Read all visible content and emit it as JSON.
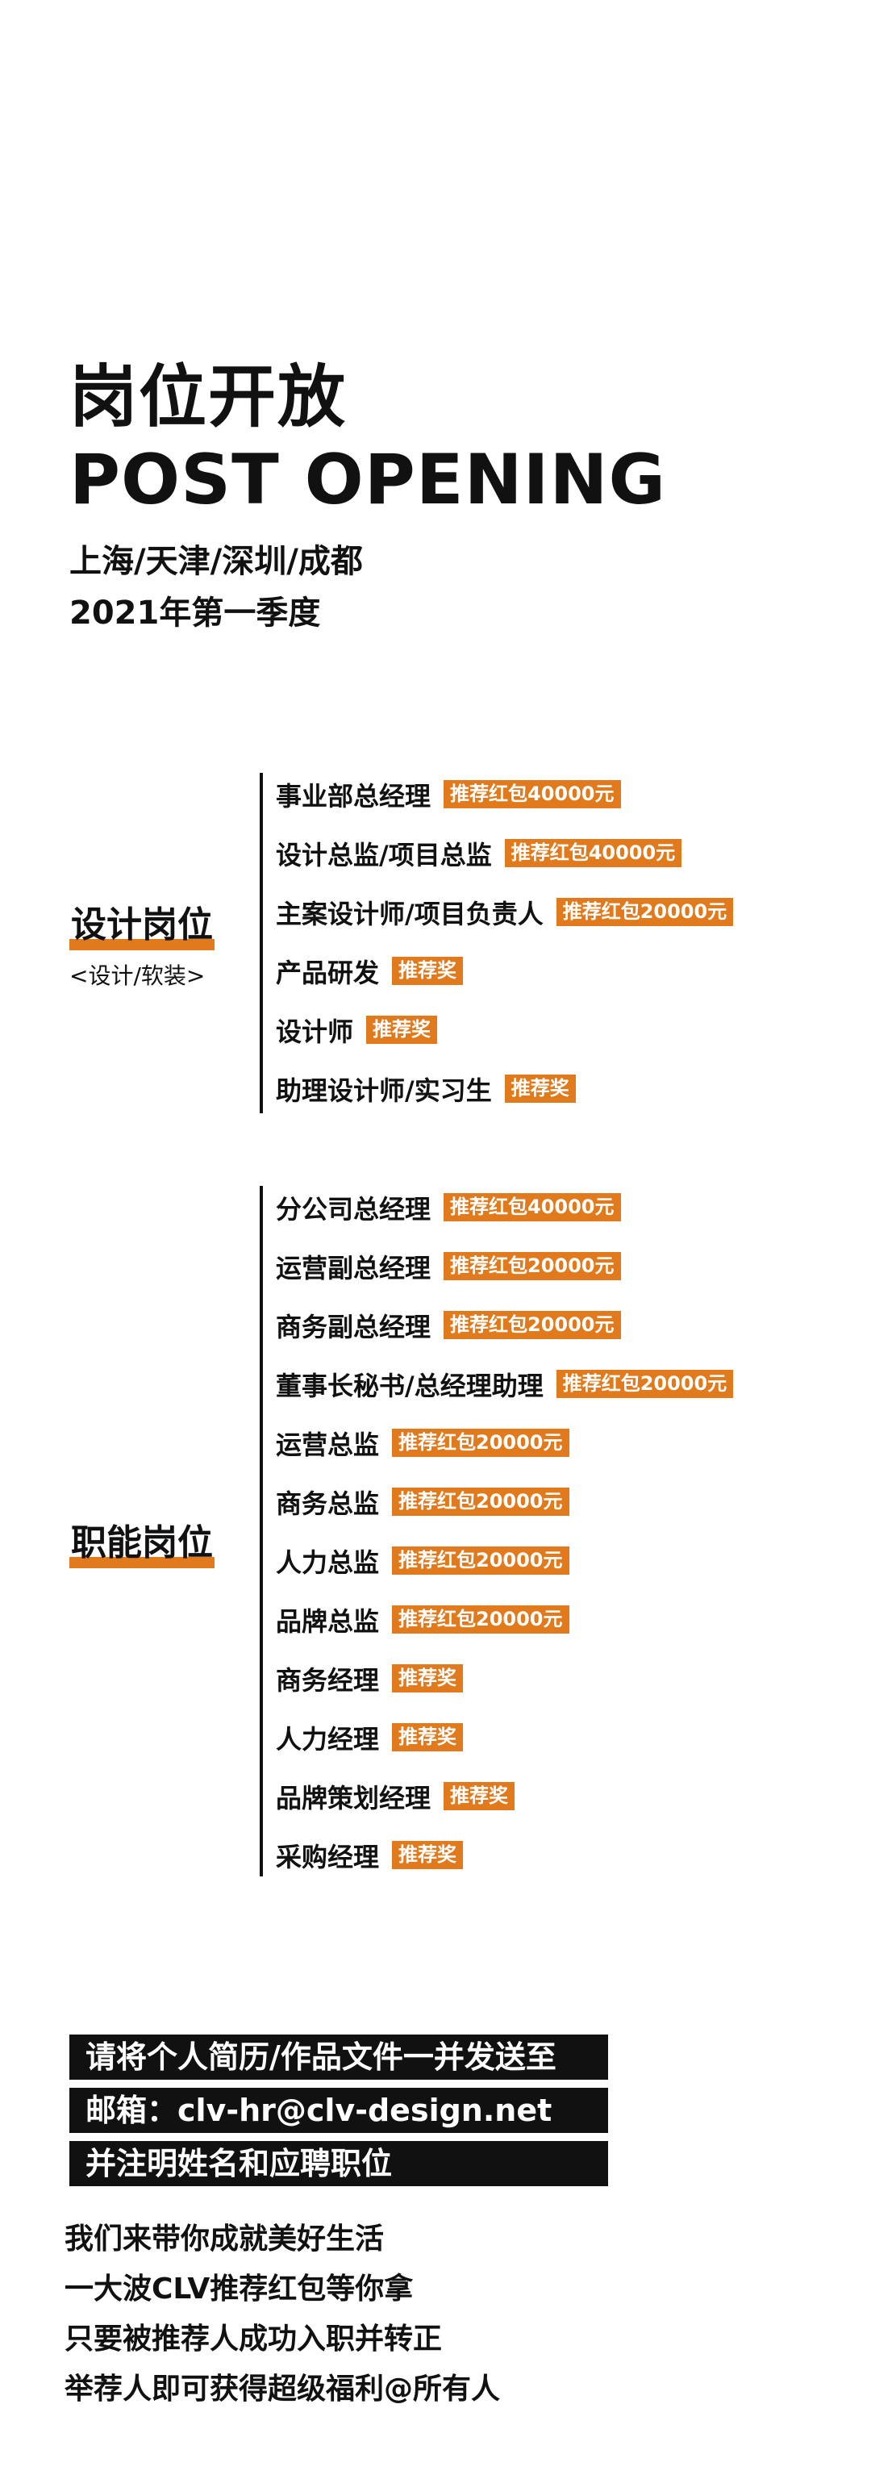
{
  "header": {
    "title_cn": "岗位开放",
    "title_en": "POST OPENING",
    "cities": "上海/天津/深圳/成都",
    "season": "2021年第一季度"
  },
  "design": {
    "label": "设计岗位",
    "note": "<设计/软装>",
    "jobs": [
      {
        "name": "事业部总经理",
        "tag": "推荐红包40000元"
      },
      {
        "name": "设计总监/项目总监",
        "tag": "推荐红包40000元"
      },
      {
        "name": "主案设计师/项目负责人",
        "tag": "推荐红包20000元"
      },
      {
        "name": "产品研发",
        "tag": "推荐奖"
      },
      {
        "name": "设计师",
        "tag": "推荐奖"
      },
      {
        "name": "助理设计师/实习生",
        "tag": "推荐奖"
      }
    ]
  },
  "function": {
    "label": "职能岗位",
    "jobs": [
      {
        "name": "分公司总经理",
        "tag": "推荐红包40000元"
      },
      {
        "name": "运营副总经理",
        "tag": "推荐红包20000元"
      },
      {
        "name": "商务副总经理",
        "tag": "推荐红包20000元"
      },
      {
        "name": "董事长秘书/总经理助理",
        "tag": "推荐红包20000元"
      },
      {
        "name": "运营总监",
        "tag": "推荐红包20000元"
      },
      {
        "name": "商务总监",
        "tag": "推荐红包20000元"
      },
      {
        "name": "人力总监",
        "tag": "推荐红包20000元"
      },
      {
        "name": "品牌总监",
        "tag": "推荐红包20000元"
      },
      {
        "name": "商务经理",
        "tag": "推荐奖"
      },
      {
        "name": "人力经理",
        "tag": "推荐奖"
      },
      {
        "name": "品牌策划经理",
        "tag": "推荐奖"
      },
      {
        "name": "采购经理",
        "tag": "推荐奖"
      }
    ]
  },
  "contact": {
    "line1": "请将个人简历/作品文件一并发送至",
    "line2": "邮箱：clv-hr@clv-design.net",
    "line3": "并注明姓名和应聘职位"
  },
  "slogan": [
    "我们来带你成就美好生活",
    "一大波CLV推荐红包等你拿",
    "只要被推荐人成功入职并转正",
    "举荐人即可获得超级福利@所有人"
  ],
  "colors": {
    "accent": "#e07a1c",
    "text": "#111111",
    "bar": "#111111"
  }
}
